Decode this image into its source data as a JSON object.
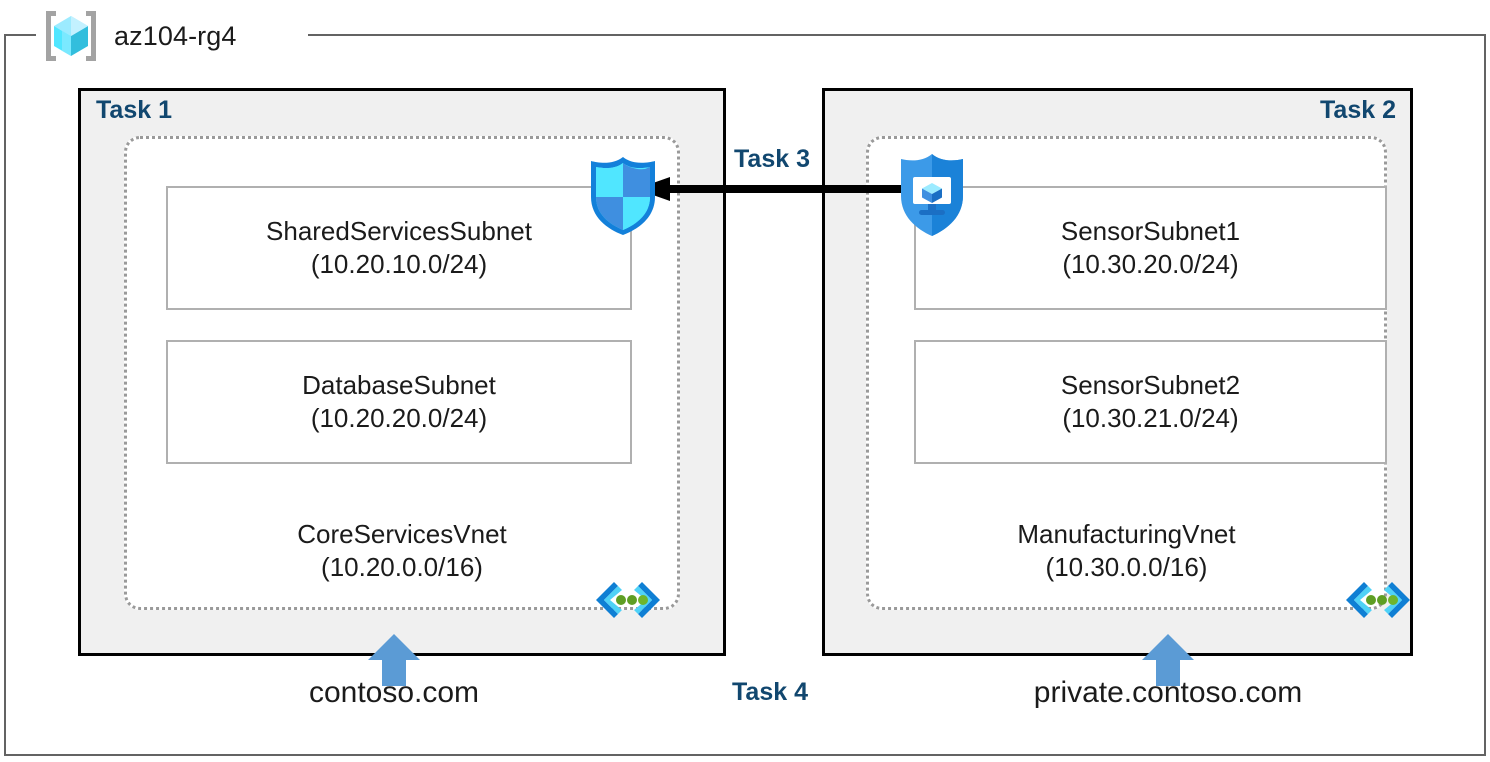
{
  "resource_group": {
    "name": "az104-rg4",
    "icon": "resource-group-cube-icon"
  },
  "tasks": {
    "task1_label": "Task 1",
    "task2_label": "Task 2",
    "task3_label": "Task 3",
    "task4_label": "Task 4"
  },
  "vnets": [
    {
      "id": "corevnet",
      "name": "CoreServicesVnet",
      "cidr": "(10.20.0.0/16)",
      "dns_icon": "dns-zone-brackets-icon",
      "subnets": [
        {
          "name": "SharedServicesSubnet",
          "cidr": "(10.20.10.0/24)"
        },
        {
          "name": "DatabaseSubnet",
          "cidr": "(10.20.20.0/24)"
        }
      ]
    },
    {
      "id": "manufacturingvnet",
      "name": "ManufacturingVnet",
      "cidr": "(10.30.0.0/16)",
      "dns_icon": "dns-zone-brackets-icon",
      "subnets": [
        {
          "name": "SensorSubnet1",
          "cidr": "(10.30.20.0/24)"
        },
        {
          "name": "SensorSubnet2",
          "cidr": "(10.30.21.0/24)"
        }
      ]
    }
  ],
  "icons": {
    "nsg_shield": "network-security-group-shield-icon",
    "network_watcher": "network-watcher-monitor-shield-icon",
    "peering_arrow": "peering-arrow-left-icon",
    "up_arrow": "dns-link-up-arrow-icon"
  },
  "dns_zones": [
    {
      "name": "contoso.com"
    },
    {
      "name": "private.contoso.com"
    }
  ],
  "colors": {
    "task_label": "#11476f",
    "task_fill": "#f0f0f0",
    "task_border": "#000000",
    "vnet_border": "#9a9a9a",
    "subnet_border": "#b0b0b0",
    "rg_border": "#636363",
    "arrow_blue": "#5b9bd5",
    "azure_blue": "#0078d4",
    "cube_cyan": "#50e6ff",
    "dns_green": "#5e9e24"
  }
}
